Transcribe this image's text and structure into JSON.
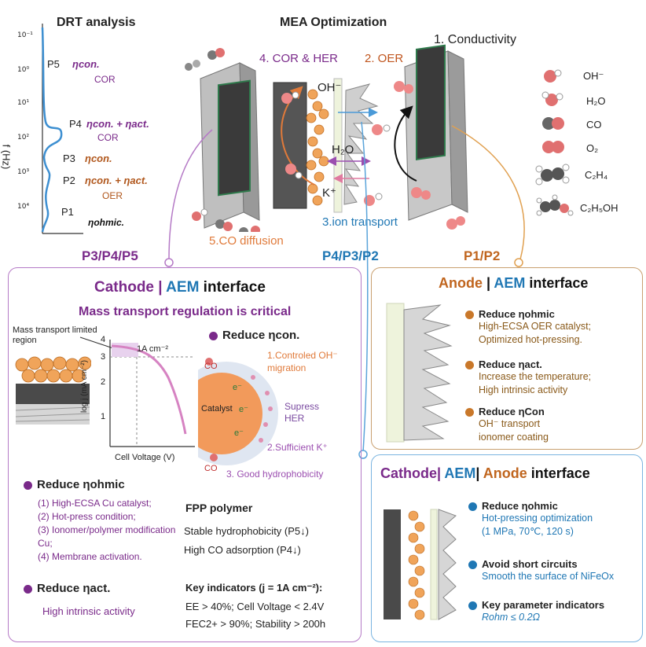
{
  "drt": {
    "title": "DRT analysis",
    "y_axis_label": "f (Hz)",
    "ticks": [
      "10⁻¹",
      "10⁰",
      "10¹",
      "10²",
      "10³",
      "10⁴"
    ],
    "peaks": [
      {
        "label": "P5",
        "eta": "ηcon.",
        "desc": "COR"
      },
      {
        "label": "P4",
        "eta": "ηcon. + ηact.",
        "desc": "COR"
      },
      {
        "label": "P3",
        "eta": "ηcon.",
        "desc": ""
      },
      {
        "label": "P2",
        "eta": "ηcon. + ηact.",
        "desc": "OER"
      },
      {
        "label": "P1",
        "eta": "ηohmic.",
        "desc": ""
      }
    ]
  },
  "mea": {
    "title": "MEA Optimization",
    "items": {
      "conductivity": "1. Conductivity",
      "oer": "2. OER",
      "ion": "3.ion transport",
      "cor": "4. COR & HER",
      "co_diff": "5.CO diffusion"
    },
    "species_labels": {
      "oh": "OH⁻",
      "h2o": "H₂O",
      "k": "K⁺"
    }
  },
  "legend": [
    {
      "label": "OH⁻",
      "icon": "oh-molecule-icon"
    },
    {
      "label": "H₂O",
      "icon": "water-molecule-icon"
    },
    {
      "label": "CO",
      "icon": "co-molecule-icon"
    },
    {
      "label": "O₂",
      "icon": "o2-molecule-icon"
    },
    {
      "label": "C₂H₄",
      "icon": "ethylene-molecule-icon"
    },
    {
      "label": "C₂H₅OH",
      "icon": "ethanol-molecule-icon"
    }
  ],
  "group_labels": {
    "left": "P3/P4/P5",
    "mid": "P4/P3/P2",
    "right": "P1/P2"
  },
  "cathode_panel": {
    "title_part1": "Cathode",
    "title_sep": " | ",
    "title_part2": "AEM",
    "title_part3": " interface",
    "subtitle": "Mass transport regulation is critical",
    "plot": {
      "region_label": "Mass transport limited region",
      "current_label": "1A cm⁻²",
      "y_label": "log j (mA cm⁻²)",
      "x_label": "Cell Voltage (V)",
      "y_ticks": [
        "4",
        "3",
        "2",
        "1"
      ]
    },
    "reduce_con": "Reduce ηcon.",
    "particle": {
      "catalyst": "Catalyst",
      "e1": "e⁻",
      "e2": "e⁻",
      "e3": "e⁻",
      "co1": "CO",
      "co2": "CO",
      "note1": "1.Controled OH⁻ migration",
      "note2": "Supress HER",
      "note3": "2.Sufficient K⁺",
      "note4": "3. Good hydrophobicity"
    },
    "ohmic_title": "Reduce ηohmic",
    "ohmic_items": [
      "(1) High-ECSA Cu catalyst;",
      "(2) Hot-press condition;",
      "(3) Ionomer/polymer modification Cu;",
      "(4) Membrane activation."
    ],
    "act_title": "Reduce ηact.",
    "act_desc": "High intrinsic activity",
    "fpp_title": "FPP polymer",
    "fpp_items": [
      "Stable hydrophobicity (P5↓)",
      "High CO adsorption (P4↓)"
    ],
    "key_title": "Key indicators (j = 1A cm⁻²):",
    "key_lines": [
      "EE > 40%; Cell Voltage < 2.4V",
      "FEC2+ > 90%; Stability > 200h"
    ]
  },
  "anode_panel": {
    "title_part1": "Anode",
    "title_sep": " | ",
    "title_part2": "AEM",
    "title_part3": " interface",
    "items": [
      {
        "title": "Reduce ηohmic",
        "lines": [
          "High-ECSA OER catalyst;",
          "Optimized hot-pressing."
        ]
      },
      {
        "title": "Reduce ηact.",
        "lines": [
          "Increase the temperature;",
          "High intrinsic activity"
        ]
      },
      {
        "title": "Reduce ηCon",
        "lines": [
          "OH⁻ transport",
          "ionomer coating"
        ]
      }
    ]
  },
  "full_panel": {
    "title_part1": "Cathode",
    "title_sep1": "| ",
    "title_part2": "AEM",
    "title_sep2": "| ",
    "title_part3": "Anode",
    "title_part4": " interface",
    "items": [
      {
        "title": "Reduce ηohmic",
        "lines": [
          "Hot-pressing optimization",
          "(1 MPa, 70℃, 120 s)"
        ]
      },
      {
        "title": "Avoid short circuits",
        "lines": [
          "Smooth the surface of NiFeOx"
        ]
      },
      {
        "title": "Key parameter indicators",
        "lines": [
          "Rohm ≤ 0.2Ω"
        ]
      }
    ]
  },
  "colors": {
    "purple": "#7a2a8a",
    "orange": "#c7782a",
    "blue": "#1f77b4",
    "drt": "#3d8fd1"
  }
}
